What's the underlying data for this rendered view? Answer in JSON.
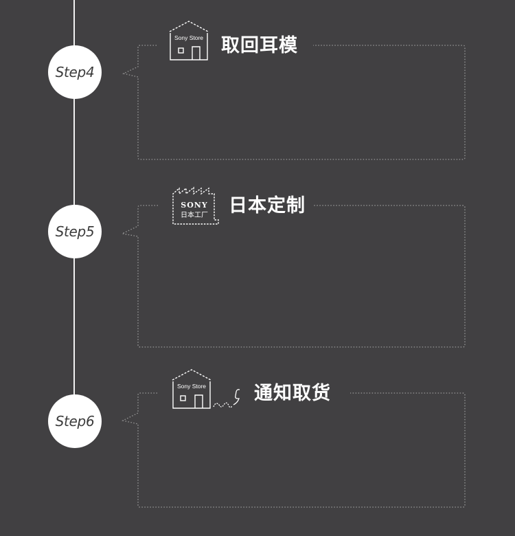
{
  "steps": [
    {
      "label": "Step4",
      "title": "取回耳模",
      "icon": "store-icon",
      "icon_text": "Sony Store"
    },
    {
      "label": "Step5",
      "title": "日本定制",
      "icon": "factory-icon",
      "icon_text_top": "SONY",
      "icon_text_bottom": "日本工厂"
    },
    {
      "label": "Step6",
      "title": "通知取货",
      "icon": "store-phone-icon",
      "icon_text": "Sony Store"
    }
  ],
  "colors": {
    "background": "#414042",
    "line": "#f2f2f2",
    "circle": "#ffffff",
    "dotted_border": "#9a9a9a",
    "text": "#ffffff"
  }
}
